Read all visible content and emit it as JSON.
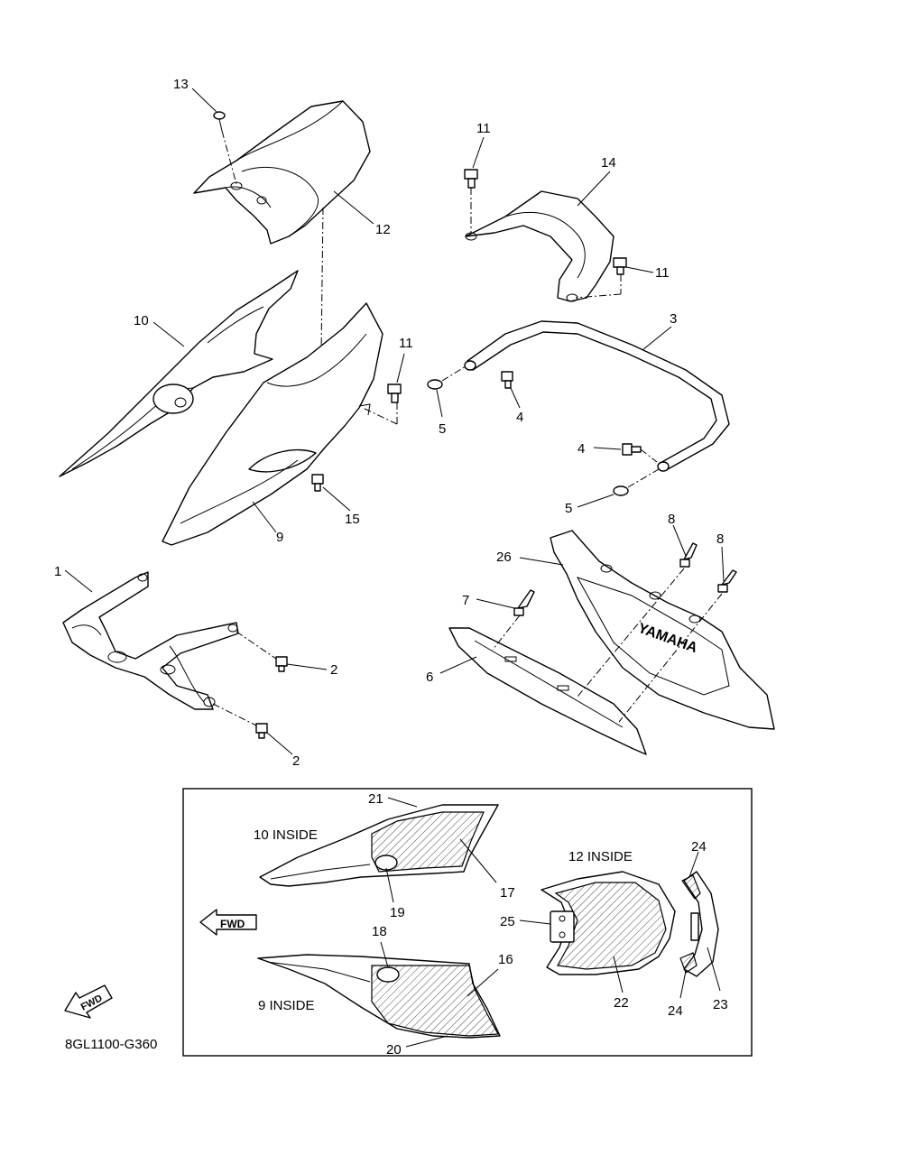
{
  "diagram_code": "8GL1100-G360",
  "fwd_label": "FWD",
  "callouts": {
    "c1": "1",
    "c2a": "2",
    "c2b": "2",
    "c3": "3",
    "c4a": "4",
    "c4b": "4",
    "c5a": "5",
    "c5b": "5",
    "c6": "6",
    "c7": "7",
    "c8a": "8",
    "c8b": "8",
    "c9": "9",
    "c10": "10",
    "c11a": "11",
    "c11b": "11",
    "c11c": "11",
    "c12": "12",
    "c13": "13",
    "c14": "14",
    "c15": "15",
    "c16": "16",
    "c17": "17",
    "c18": "18",
    "c19": "19",
    "c20": "20",
    "c21": "21",
    "c22": "22",
    "c23": "23",
    "c24a": "24",
    "c24b": "24",
    "c25": "25",
    "c26": "26"
  },
  "inset": {
    "label_10_inside": "10 INSIDE",
    "label_9_inside": "9 INSIDE",
    "label_12_inside": "12 INSIDE"
  },
  "guard_logo_text": "YAMAHA"
}
